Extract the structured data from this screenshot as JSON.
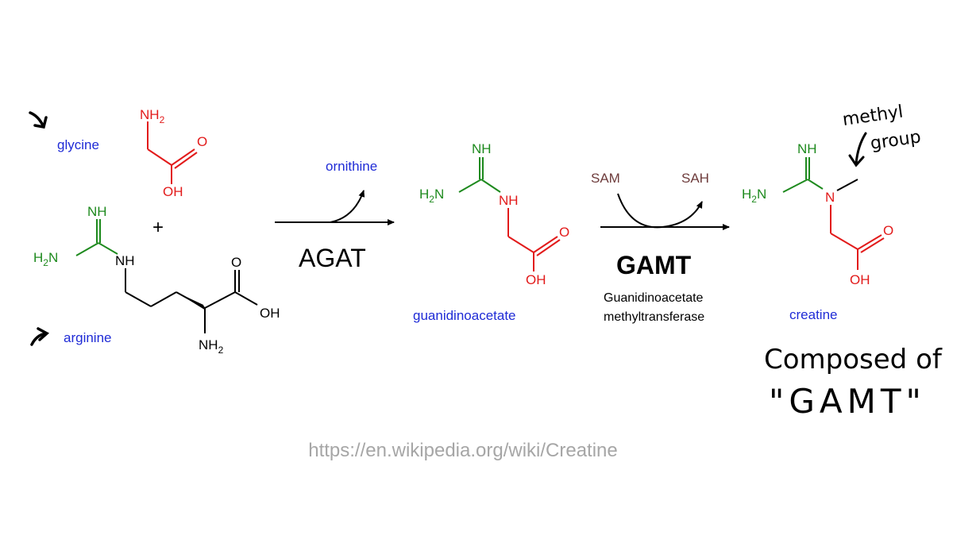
{
  "colors": {
    "name_blue": "#1f2bd6",
    "green": "#1e8a1e",
    "red": "#e21b1b",
    "black": "#000000",
    "brown": "#6e3c3c",
    "gray_url": "#a6a6a6"
  },
  "molecules": {
    "glycine": {
      "name": "glycine",
      "amine": "NH",
      "amine_sub": "2",
      "carbonyl": "O",
      "hydroxyl": "OH"
    },
    "arginine": {
      "name": "arginine",
      "imine": "NH",
      "amino_left": "H",
      "amino_left_sub": "2",
      "amino_left_n": "N",
      "nh": "NH",
      "carbonyl": "O",
      "hydroxyl": "OH",
      "alpha_amine": "NH",
      "alpha_amine_sub": "2"
    },
    "guanidinoacetate": {
      "name": "guanidinoacetate",
      "imine": "NH",
      "amino_left": "H",
      "amino_left_sub": "2",
      "amino_left_n": "N",
      "nh": "NH",
      "carbonyl": "O",
      "hydroxyl": "OH"
    },
    "creatine": {
      "name": "creatine",
      "imine": "NH",
      "amino_left": "H",
      "amino_left_sub": "2",
      "amino_left_n": "N",
      "n": "N",
      "carbonyl": "O",
      "hydroxyl": "OH"
    }
  },
  "operators": {
    "plus": "+"
  },
  "reactions": {
    "step1": {
      "byproduct": "ornithine",
      "enzyme": "AGAT"
    },
    "step2": {
      "cofactor_in": "SAM",
      "cofactor_out": "SAH",
      "enzyme": "GAMT",
      "enzyme_full_line1": "Guanidinoacetate",
      "enzyme_full_line2": "methyltransferase"
    }
  },
  "handwritten": {
    "methyl_line1": "methyl",
    "methyl_line2": "group",
    "composed_line1": "Composed of",
    "composed_line2": "\"GAMT\""
  },
  "source_url": "https://en.wikipedia.org/wiki/Creatine"
}
